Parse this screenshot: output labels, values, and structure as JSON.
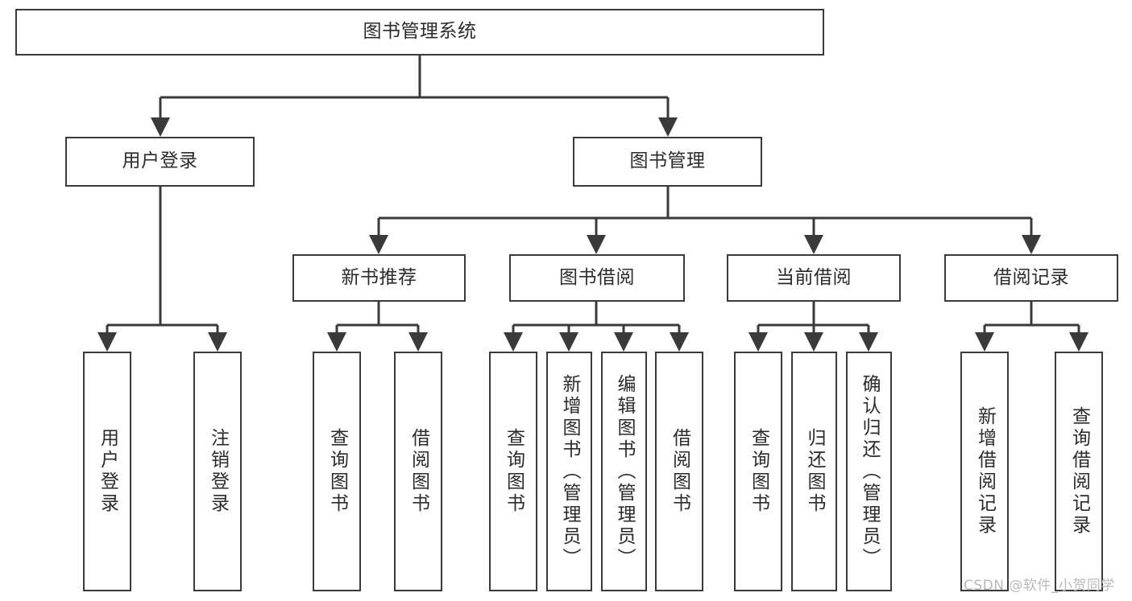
{
  "diagram": {
    "title": "图书管理系统",
    "type": "tree-hierarchy",
    "root": {
      "id": "root",
      "label": "图书管理系统"
    },
    "level2": [
      {
        "id": "user-login",
        "label": "用户登录"
      },
      {
        "id": "book-manage",
        "label": "图书管理"
      }
    ],
    "level3": [
      {
        "id": "new-book-recommend",
        "label": "新书推荐",
        "parent": "book-manage"
      },
      {
        "id": "book-borrow",
        "label": "图书借阅",
        "parent": "book-manage"
      },
      {
        "id": "current-borrow",
        "label": "当前借阅",
        "parent": "book-manage"
      },
      {
        "id": "borrow-record",
        "label": "借阅记录",
        "parent": "book-manage"
      }
    ],
    "leaves": [
      {
        "id": "leaf-user-login",
        "label": "用户登录",
        "parent": "user-login"
      },
      {
        "id": "leaf-logout-login",
        "label": "注销登录",
        "parent": "user-login"
      },
      {
        "id": "leaf-query-book-1",
        "label": "查询图书",
        "parent": "new-book-recommend"
      },
      {
        "id": "leaf-borrow-book-1",
        "label": "借阅图书",
        "parent": "new-book-recommend"
      },
      {
        "id": "leaf-query-book-2",
        "label": "查询图书",
        "parent": "book-borrow"
      },
      {
        "id": "leaf-add-book",
        "label": "新增图书（管理员）",
        "parent": "book-borrow"
      },
      {
        "id": "leaf-edit-book",
        "label": "编辑图书（管理员）",
        "parent": "book-borrow"
      },
      {
        "id": "leaf-borrow-book-2",
        "label": "借阅图书",
        "parent": "book-borrow"
      },
      {
        "id": "leaf-query-book-3",
        "label": "查询图书",
        "parent": "current-borrow"
      },
      {
        "id": "leaf-return-book",
        "label": "归还图书",
        "parent": "current-borrow"
      },
      {
        "id": "leaf-confirm-return",
        "label": "确认归还（管理员）",
        "parent": "current-borrow"
      },
      {
        "id": "leaf-add-record",
        "label": "新增借阅记录",
        "parent": "borrow-record"
      },
      {
        "id": "leaf-query-record",
        "label": "查询借阅记录",
        "parent": "borrow-record"
      }
    ]
  },
  "watermark": {
    "text": "CSDN @软件_小贺同学"
  },
  "colors": {
    "box_border": "#3a3a3a",
    "box_fill": "#ffffff",
    "text": "#2b2b2b",
    "connector": "#3a3a3a",
    "watermark": "#b9b9b9",
    "background": "#ffffff"
  }
}
